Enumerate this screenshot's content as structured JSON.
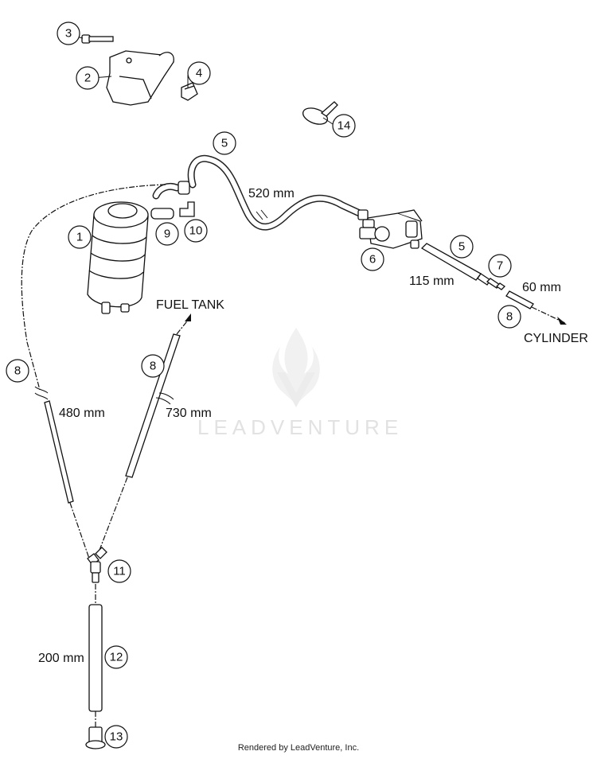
{
  "callouts": {
    "c1": "1",
    "c2": "2",
    "c3": "3",
    "c4": "4",
    "c5a": "5",
    "c5b": "5",
    "c6": "6",
    "c7": "7",
    "c8a": "8",
    "c8b": "8",
    "c8c": "8",
    "c9": "9",
    "c10": "10",
    "c11": "11",
    "c12": "12",
    "c13": "13",
    "c14": "14"
  },
  "dimensions": {
    "hose_520": "520 mm",
    "hose_115": "115 mm",
    "hose_60": "60 mm",
    "hose_480": "480 mm",
    "hose_730": "730 mm",
    "hose_200": "200 mm"
  },
  "destinations": {
    "fuel_tank": "FUEL TANK",
    "cylinder": "CYLINDER"
  },
  "watermark": "LEADVENTURE",
  "footer": "Rendered by LeadVenture, Inc."
}
